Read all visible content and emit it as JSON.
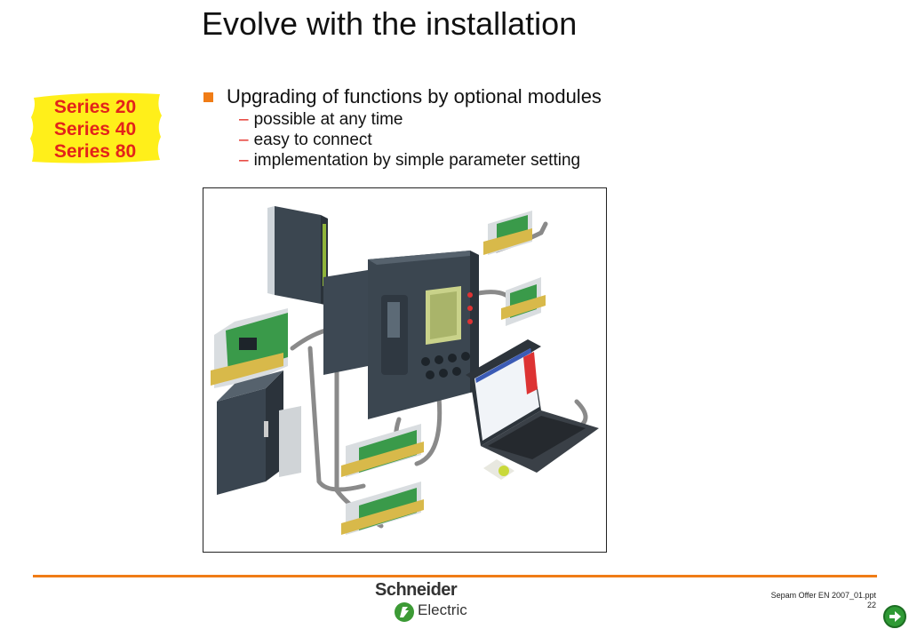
{
  "slide": {
    "title": "Evolve with the installation",
    "badge": {
      "lines": [
        "Series 20",
        "Series 40",
        "Series 80"
      ],
      "fill": "#ffef1a",
      "text_color": "#e3231a"
    },
    "bullet": {
      "text": "Upgrading of functions by optional modules",
      "marker_color": "#f07c16",
      "subitems": [
        "possible at any time",
        "easy to connect",
        "implementation by simple parameter setting"
      ],
      "dash": "–"
    },
    "figure": {
      "content": "illustration"
    }
  },
  "footer": {
    "logo_top": "Schneider",
    "logo_bottom": "Electric",
    "file": "Sepam Offer EN 2007_01.ppt",
    "page": "22",
    "rule_color": "#f07c16"
  },
  "nav": {
    "next_icon": "arrow-right-circle-icon",
    "color": "#2f9a35"
  }
}
